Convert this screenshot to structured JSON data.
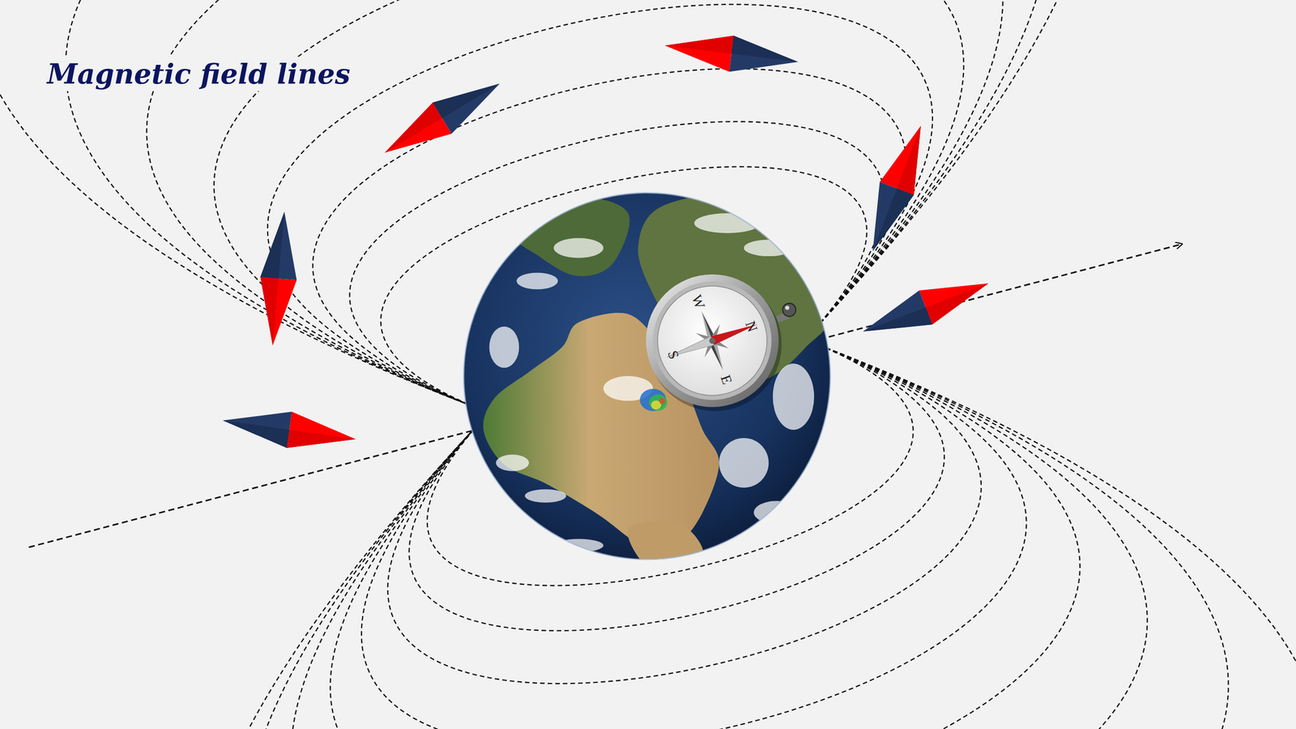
{
  "diagram": {
    "title": "Magnetic field lines",
    "labels": [
      "W",
      "N",
      "S",
      "E"
    ]
  }
}
